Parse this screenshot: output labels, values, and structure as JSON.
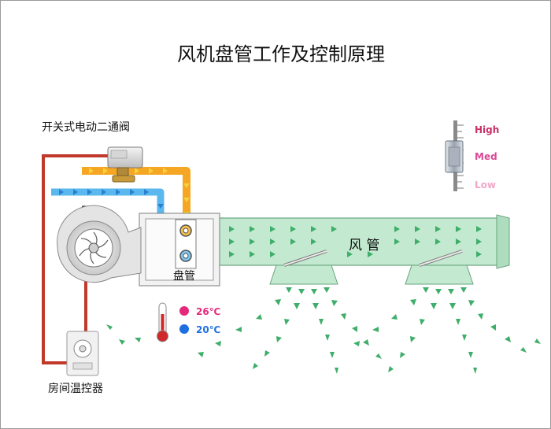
{
  "title": "风机盘管工作及控制原理",
  "labels": {
    "valve": "开关式电动二通阀",
    "fan": "风机",
    "coil": "盘管",
    "duct": "风  管",
    "thermostat": "房间温控器"
  },
  "speed_switch": {
    "high": "High",
    "med": "Med",
    "low": "Low"
  },
  "temperatures": {
    "hot": "26℃",
    "cool": "20℃"
  },
  "colors": {
    "hot_water": "#f5a623",
    "cold_water": "#5bb8ee",
    "control_wire": "#c0392b",
    "duct_fill": "#c3ead0",
    "air_arrow": "#3fae6a",
    "high": "#cc2f66",
    "med": "#d94a96",
    "low": "#f0a7c8",
    "hot_dot": "#e5297a",
    "cool_dot": "#1f6fe0"
  }
}
